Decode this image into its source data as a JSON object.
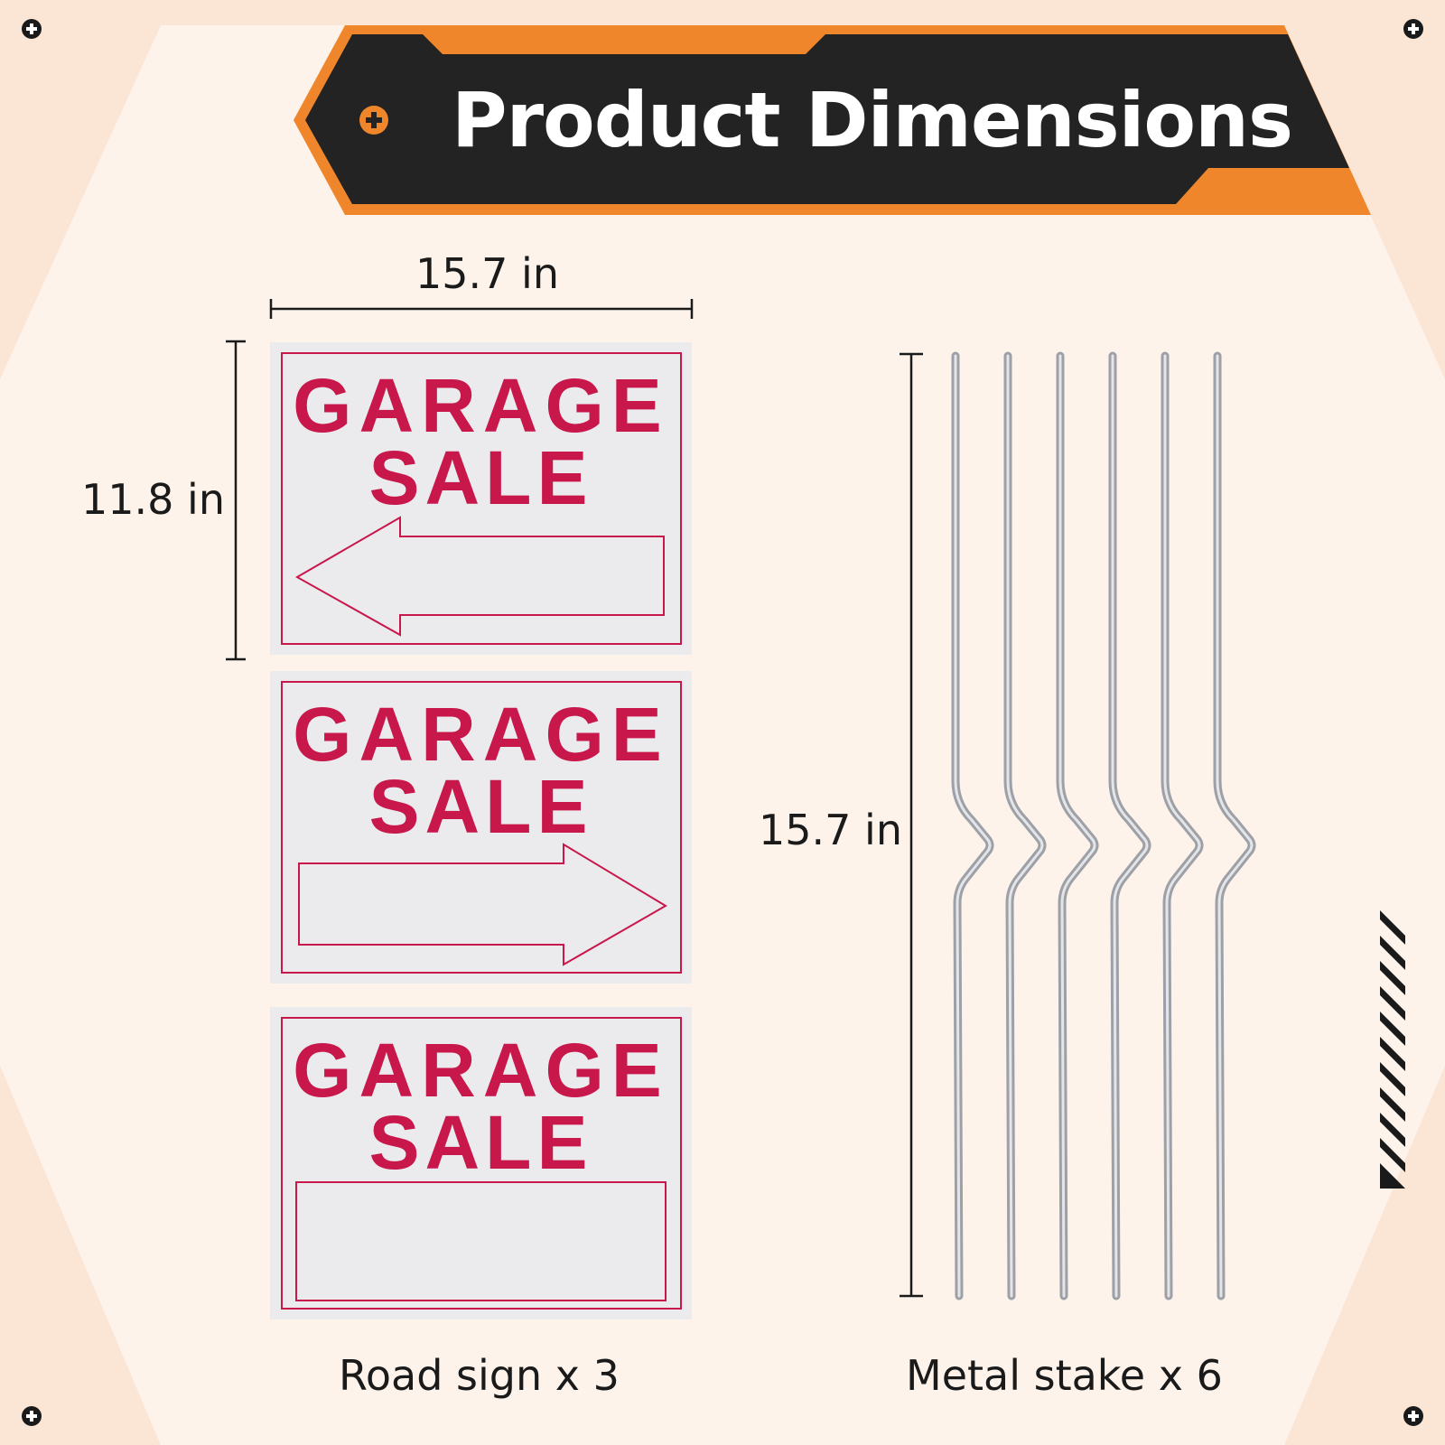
{
  "header": {
    "title": "Product Dimensions"
  },
  "dimensions": {
    "sign_width": "15.7 in",
    "sign_height": "11.8 in",
    "stake_length": "15.7 in"
  },
  "signs": [
    {
      "line1": "GARAGE",
      "line2": "SALE",
      "graphic": "left-arrow"
    },
    {
      "line1": "GARAGE",
      "line2": "SALE",
      "graphic": "right-arrow"
    },
    {
      "line1": "GARAGE",
      "line2": "SALE",
      "graphic": "blank-box"
    }
  ],
  "captions": {
    "signs": "Road sign x 3",
    "stakes": "Metal stake x 6"
  },
  "colors": {
    "accent_orange": "#f0862c",
    "banner_dark": "#232323",
    "sign_red": "#c8174a",
    "background": "#fbe6d6"
  }
}
